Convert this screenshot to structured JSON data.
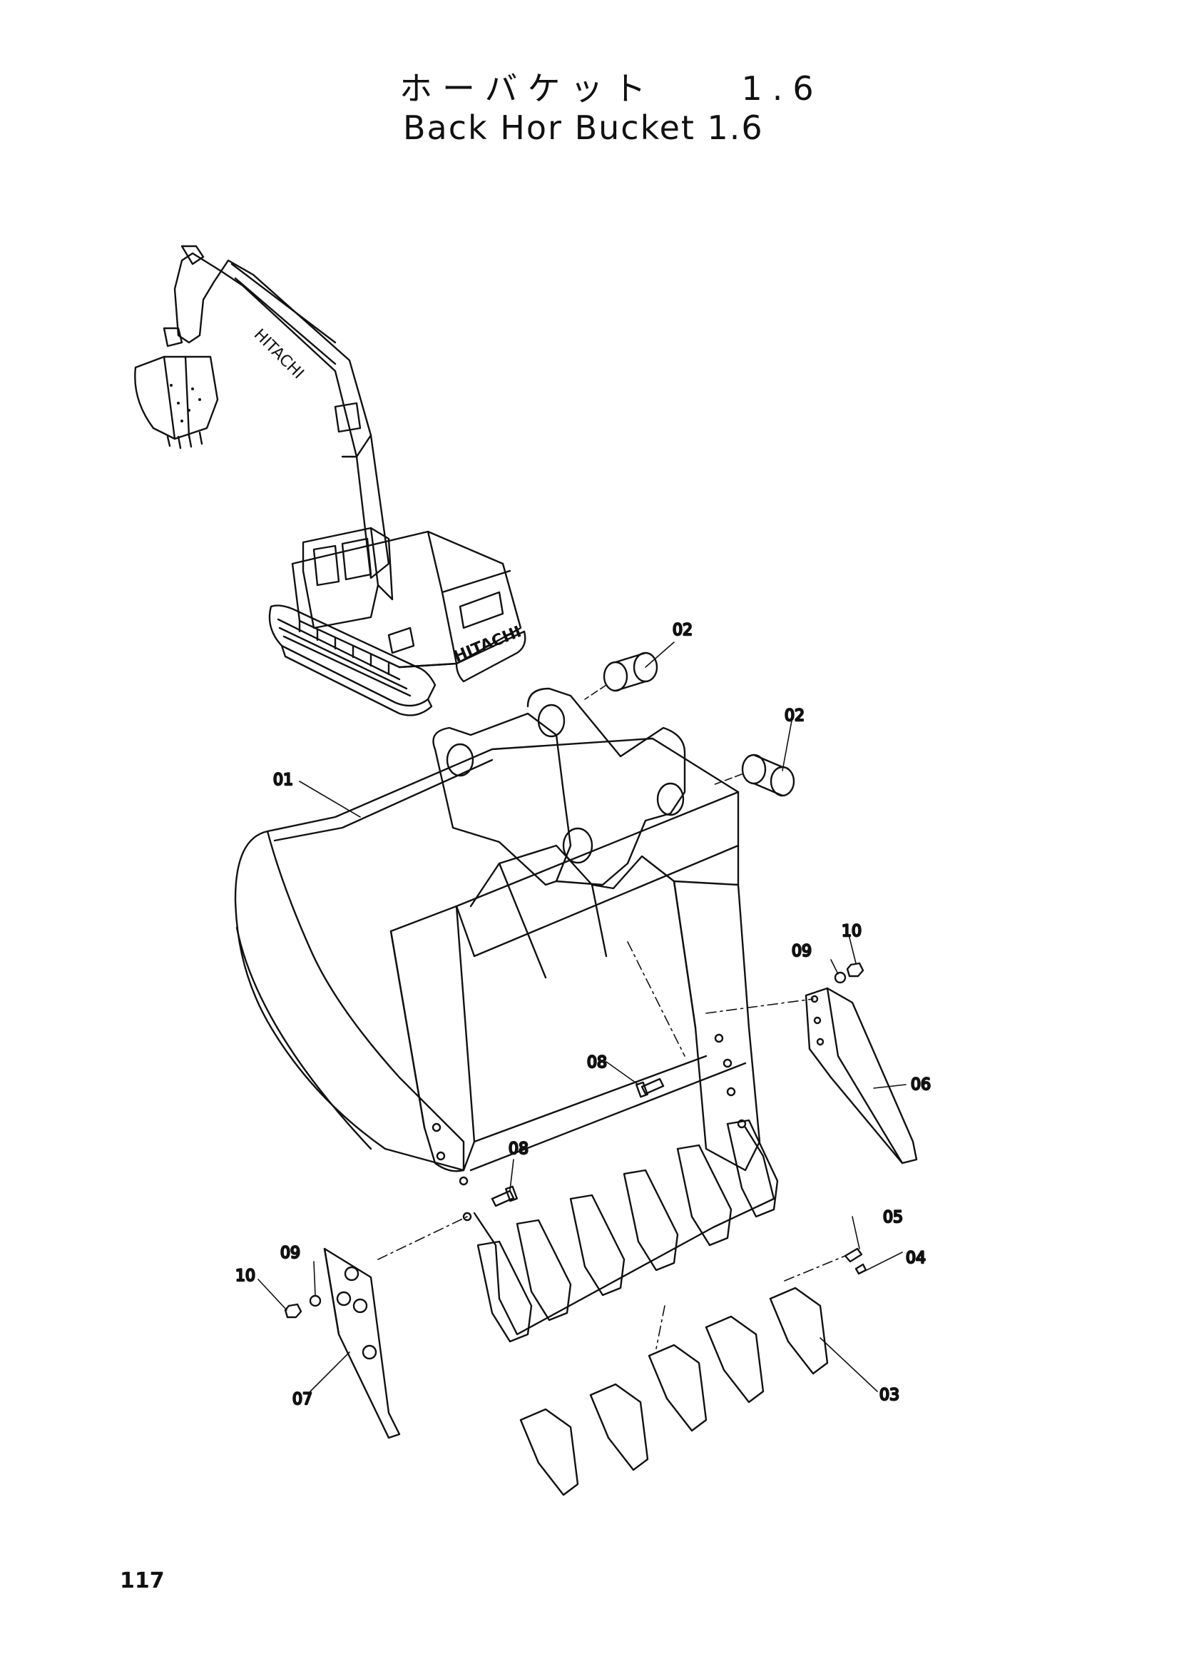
{
  "title": {
    "japanese": "ホーバケット　　1.6",
    "english": "Back Hor Bucket 1.6"
  },
  "page_number": "117",
  "excavator": {
    "brand_cab": "HITACHI",
    "brand_boom": "HITACHI"
  },
  "part_labels": {
    "p01": "01",
    "p02a": "02",
    "p02b": "02",
    "p03": "03",
    "p04": "04",
    "p05": "05",
    "p06": "06",
    "p07": "07",
    "p08a": "08",
    "p08b": "08",
    "p09a": "09",
    "p09b": "09",
    "p10a": "10",
    "p10b": "10"
  }
}
